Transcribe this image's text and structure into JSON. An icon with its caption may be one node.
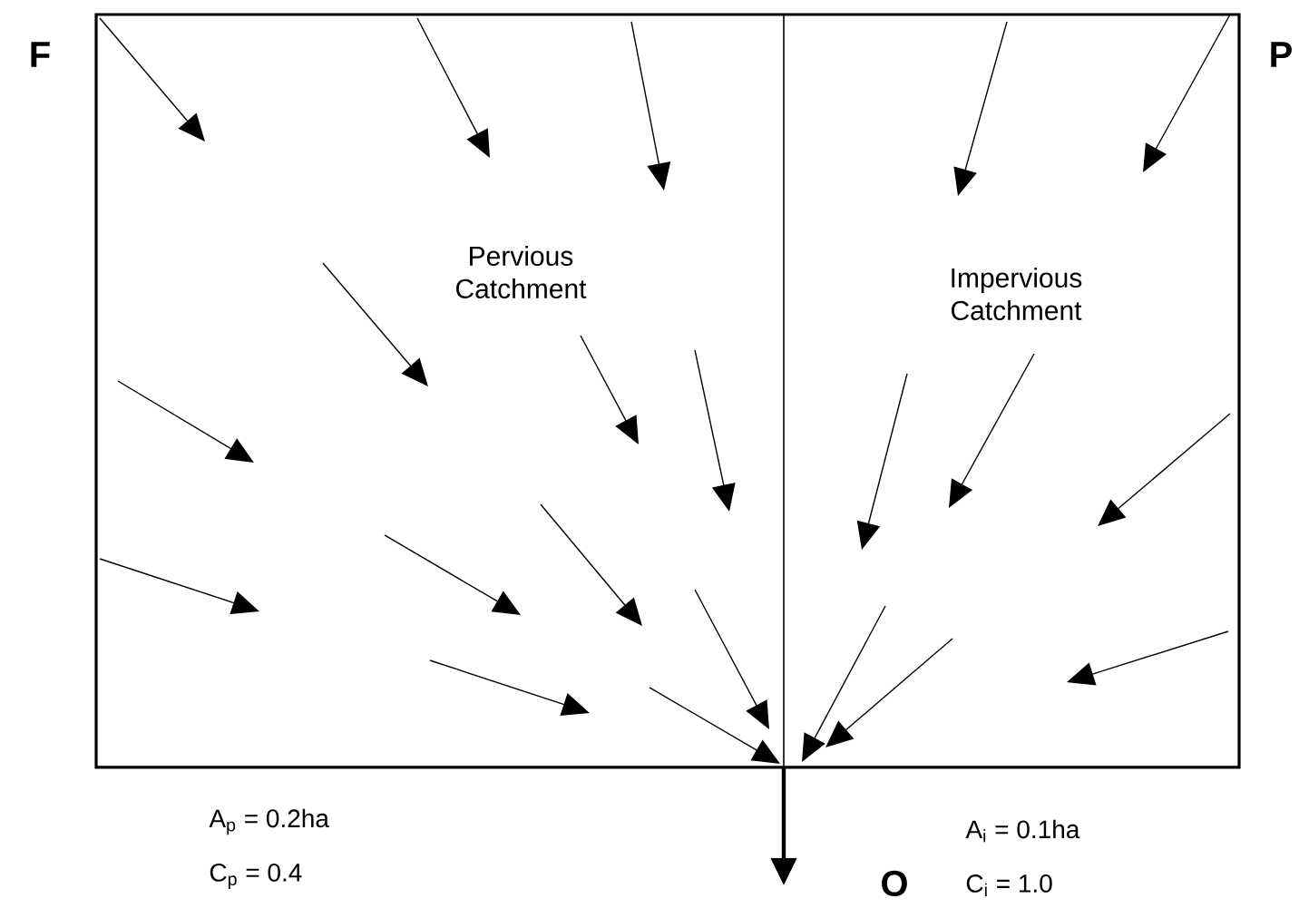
{
  "diagram": {
    "nodes": [
      {
        "text": [
          "Pervious Catchment"
        ]
      },
      {
        "text": [
          "Impervious Catchment"
        ]
      }
    ],
    "edges": [],
    "labels": [
      "F",
      "P",
      "A$_{p}$ = 0.2ha",
      "C$_{p}$ = 0.4",
      "O",
      "A$_{i}$ = 0.1ha",
      "C$_{i}$ = 1.0"
    ]
  }
}
